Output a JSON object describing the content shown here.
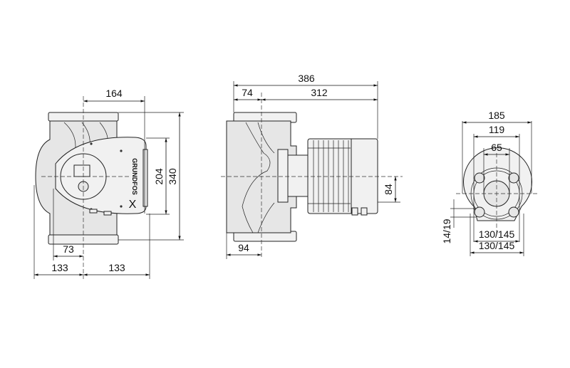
{
  "front_view": {
    "d_164": "164",
    "d_204": "204",
    "d_340": "340",
    "d_73": "73",
    "d_133_left": "133",
    "d_133_right": "133",
    "logo": "GRUNDFOS"
  },
  "side_view": {
    "d_386": "386",
    "d_74": "74",
    "d_312": "312",
    "d_84": "84",
    "d_94": "94"
  },
  "flange_view": {
    "d_185": "185",
    "d_119": "119",
    "d_65": "65",
    "d_14_19": "14/19",
    "d_130_145_inner": "130/145",
    "d_130_145_outer": "130/145"
  }
}
